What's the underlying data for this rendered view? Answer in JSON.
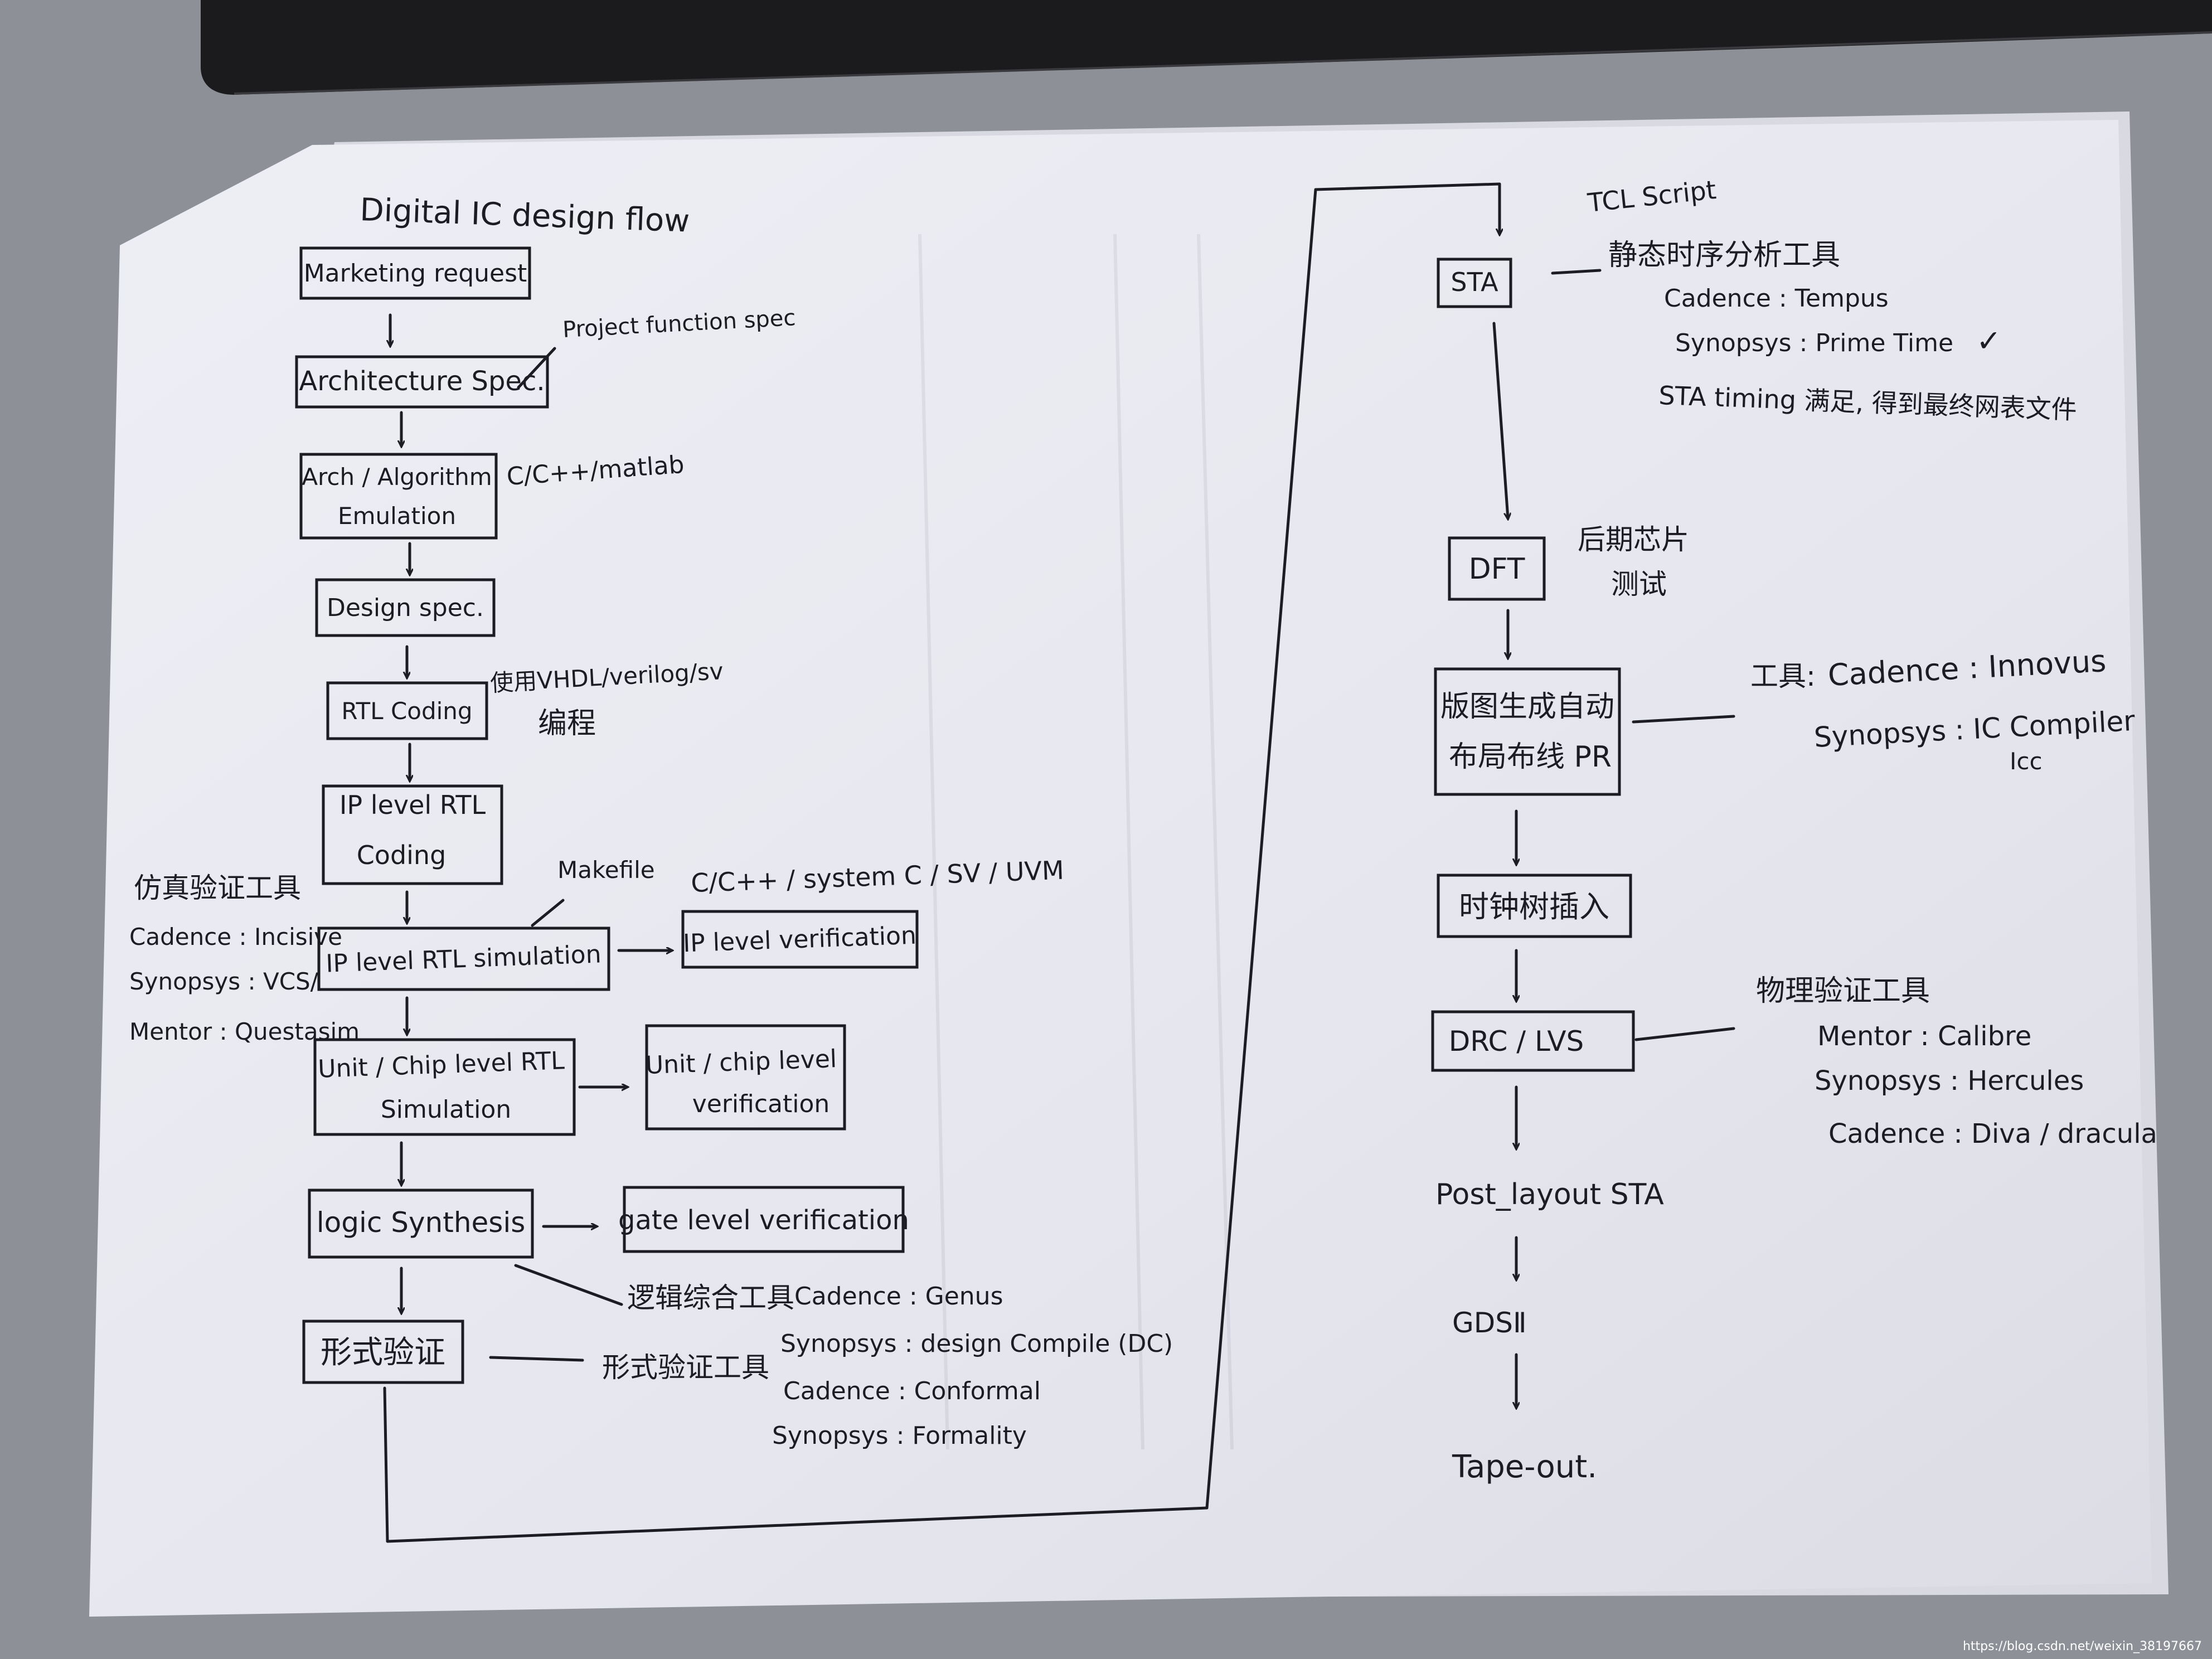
{
  "title": "Digital IC design flow",
  "left_flow": {
    "marketing": "Marketing request",
    "arch_spec": "Architecture Spec.",
    "project_note": "Project function spec",
    "arch_algo_line1": "Arch / Algorithm",
    "arch_algo_line2": "Emulation",
    "arch_algo_note": "C/C++/matlab",
    "design_spec": "Design spec.",
    "rtl_coding": "RTL Coding",
    "rtl_note_line1": "使用VHDL/verilog/sv",
    "rtl_note_line2": "编程",
    "ip_rtl_line1": "IP level RTL",
    "ip_rtl_line2": "Coding",
    "makefile": "Makefile",
    "ip_sim": "IP level RTL simulation",
    "ip_verif_langs": "C/C++ / system C / SV / UVM",
    "ip_verif": "IP level verification",
    "sim_tools_title": "仿真验证工具",
    "sim_tool_cadence": "Cadence : Incisive",
    "sim_tool_synopsys": "Synopsys : VCS/",
    "sim_tool_mentor": "Mentor : Questasim",
    "unit_sim_line1": "Unit / Chip level RTL",
    "unit_sim_line2": "Simulation",
    "unit_verif_line1": "Unit / chip level",
    "unit_verif_line2": "verification",
    "logic_synth": "logic Synthesis",
    "gate_verif": "gate level verification",
    "synth_tools_title": "逻辑综合工具",
    "synth_cadence": "Cadence : Genus",
    "synth_synopsys": "Synopsys : design Compile (DC)",
    "formal_box": "形式验证",
    "formal_tools_title": "形式验证工具",
    "formal_cadence": "Cadence : Conformal",
    "formal_synopsys": "Synopsys : Formality"
  },
  "right_flow": {
    "tcl_script": "TCL Script",
    "sta": "STA",
    "sta_tools_title": "静态时序分析工具",
    "sta_cadence": "Cadence : Tempus",
    "sta_synopsys": "Synopsys : Prime Time",
    "sta_check": "✓",
    "sta_note": "STA timing 满足, 得到最终网表文件",
    "dft": "DFT",
    "dft_note_line1": "后期芯片",
    "dft_note_line2": "测试",
    "pr_line1": "版图生成自动",
    "pr_line2": "布局布线 PR",
    "pr_tools_label": "工具:",
    "pr_cadence": "Cadence : Innovus",
    "pr_synopsys": "Synopsys : IC Compiler",
    "pr_icc": "Icc",
    "cts": "时钟树插入",
    "drc_lvs": "DRC / LVS",
    "pv_tools_title": "物理验证工具",
    "pv_mentor": "Mentor : Calibre",
    "pv_synopsys": "Synopsys : Hercules",
    "pv_cadence": "Cadence : Diva / dracula",
    "post_sta": "Post_layout STA",
    "gds": "GDSⅡ",
    "tapeout": "Tape-out."
  },
  "watermark": "https://blog.csdn.net/weixin_38197667",
  "colors": {
    "paper": "#e9e9f1",
    "ink": "#1c1c22",
    "table": "#8d8f97",
    "laptop": "#1b1b1d"
  }
}
